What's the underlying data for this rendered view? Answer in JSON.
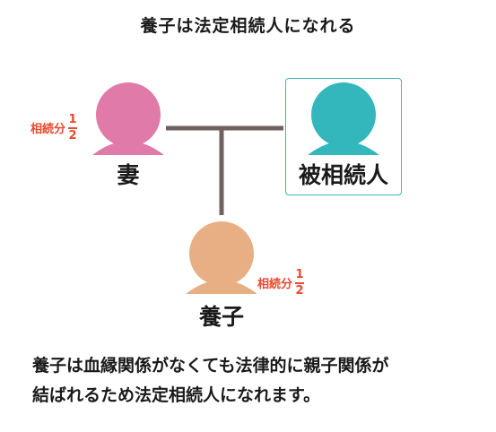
{
  "title": "養子は法定相続人になれる",
  "colors": {
    "wife": "#e07aa8",
    "decedent": "#33b7bd",
    "adopted_child": "#e8ae84",
    "connector": "#6f625f",
    "share_text": "#e8492f",
    "frame": "#3bb8c0"
  },
  "wife": {
    "name": "妻",
    "share_label": "相続分",
    "share_numerator": "1",
    "share_denominator": "2"
  },
  "decedent": {
    "name": "被相続人"
  },
  "adopted_child": {
    "name": "養子",
    "share_label": "相続分",
    "share_numerator": "1",
    "share_denominator": "2"
  },
  "explanation": {
    "line1": "養子は血縁関係がなくても法律的に親子関係が",
    "line2": "結ばれるため法定相続人になれます。"
  }
}
